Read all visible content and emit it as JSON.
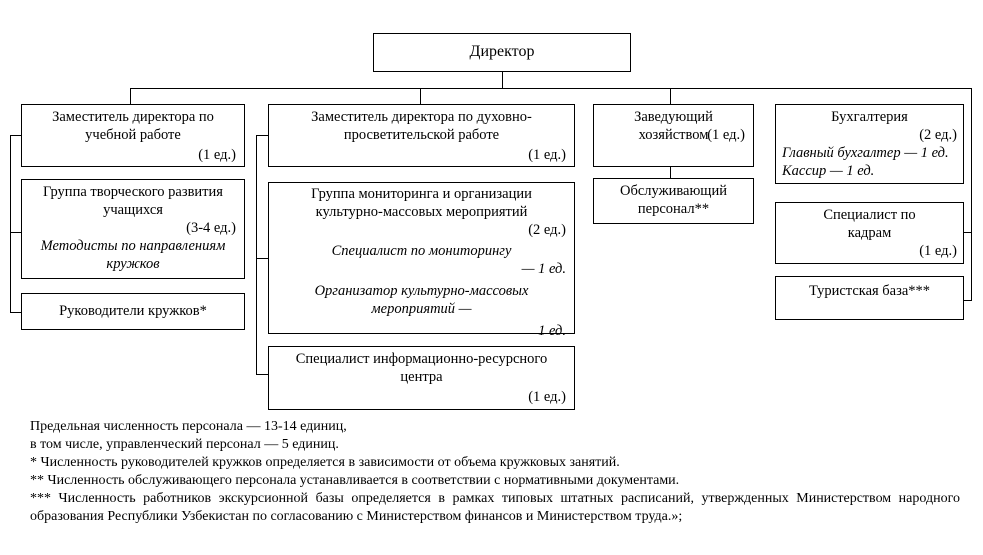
{
  "director": {
    "title": "Директор"
  },
  "deputy_edu": {
    "title": "Заместитель директора по учебной работе",
    "count": "(1 ед.)"
  },
  "creative_group": {
    "title": "Группа творческого развития учащихся",
    "count": "(3-4 ед.)",
    "staff": "Методисты по направлениям кружков"
  },
  "club_leaders": {
    "title": "Руководители кружков*"
  },
  "deputy_spiritual": {
    "title": "Заместитель директора по духовно-просветительской работе",
    "count": "(1 ед.)"
  },
  "monitoring_group": {
    "title": "Группа мониторинга и организации культурно-массовых мероприятий",
    "count": "(2 ед.)",
    "staff1": "Специалист по мониторингу",
    "staff1_count": "— 1 ед.",
    "staff2": "Организатор культурно-массовых мероприятий —",
    "staff2_count": "1 ед."
  },
  "info_center": {
    "title": "Специалист информационно-ресурсного центра",
    "count": "(1 ед.)"
  },
  "household": {
    "title": "Заведующий хозяйством",
    "count": "(1 ед.)"
  },
  "service_staff": {
    "title": "Обслуживающий персонал**"
  },
  "accounting": {
    "title": "Бухгалтерия",
    "count": "(2 ед.)",
    "staff1": "Главный бухгалтер — 1 ед.",
    "staff2": "Кассир — 1 ед."
  },
  "hr": {
    "title": "Специалист по кадрам",
    "count": "(1 ед.)"
  },
  "tourist_base": {
    "title": "Туристская база***"
  },
  "notes": {
    "line1": "Предельная численность персонала — 13-14 единиц,",
    "line2": "в том числе, управленческий персонал — 5 единиц.",
    "line3": "* Численность руководителей кружков определяется в зависимости от объема кружковых занятий.",
    "line4": "** Численность обслуживающего персонала устанавливается в соответствии с нормативными документами.",
    "line5": "*** Численность работников экскурсионной базы определяется в рамках типовых штатных расписаний, утвержденных Министерством народного образования Республики Узбекистан по согласованию с Министерством финансов и Министерством труда.»;"
  }
}
